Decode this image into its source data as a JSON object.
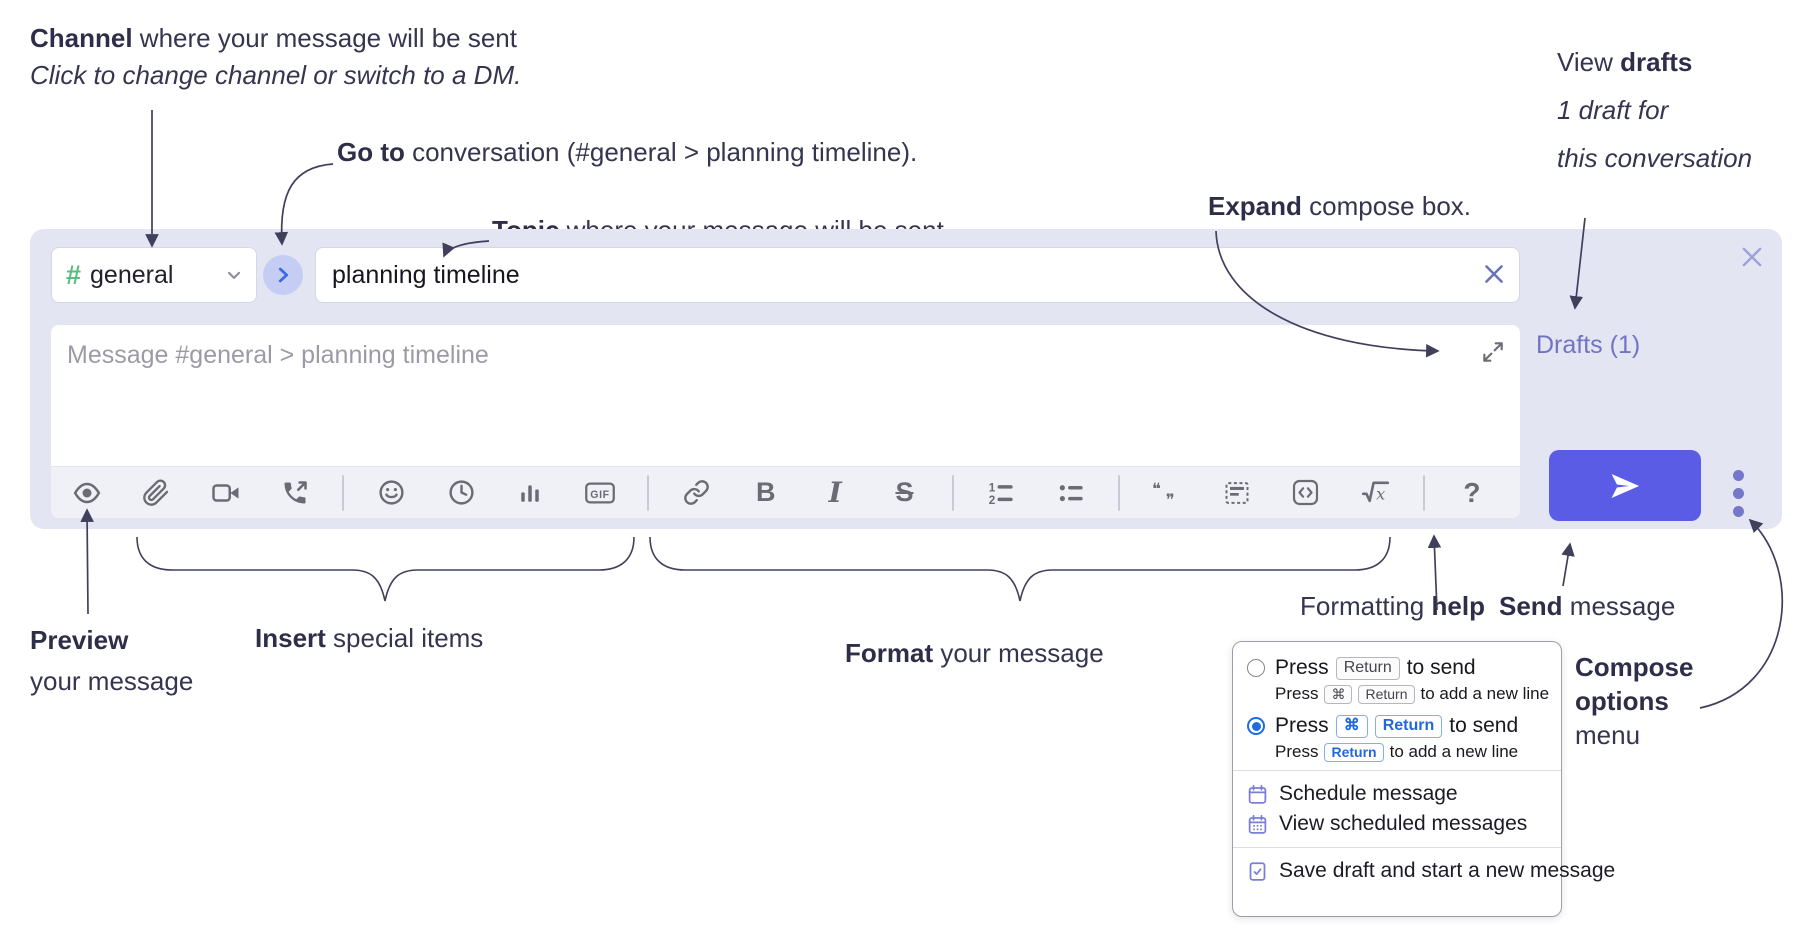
{
  "annotations": {
    "channel_note": {
      "bold": "Channel",
      "rest": " where your message will be sent",
      "sub_italic": "Click to change channel or switch to a DM."
    },
    "goto_note": {
      "bold": "Go to",
      "rest": " conversation (#general > planning timeline)."
    },
    "topic_note": {
      "bold": "Topic",
      "rest": " where your message will be sent"
    },
    "expand_note": {
      "bold": "Expand",
      "rest": " compose box."
    },
    "drafts_note": {
      "pre": "View ",
      "bold": "drafts",
      "line2": "1 draft for",
      "line3": "this conversation"
    },
    "preview_note": {
      "bold": "Preview",
      "line2": "your message"
    },
    "insert_note": {
      "bold": "Insert",
      "rest": " special items"
    },
    "format_note": {
      "bold": "Format",
      "rest": " your message"
    },
    "help_note": {
      "pre": "Formatting ",
      "bold": "help"
    },
    "send_note": {
      "bold": "Send",
      "rest": " message"
    },
    "compose_note": {
      "bold1": "Compose",
      "bold2": "options",
      "line3": "menu"
    }
  },
  "compose": {
    "channel": {
      "hash": "#",
      "name": "general"
    },
    "topic_value": "planning timeline",
    "message_placeholder": "Message #general > planning timeline",
    "drafts_link": "Drafts (1)",
    "toolbar": {
      "gif": "GIF",
      "bold": "B",
      "italic": "I",
      "strike": "S",
      "help": "?",
      "quote_open": "❝",
      "quote_close": "❞",
      "ol_1": "1",
      "ol_2": "2",
      "math_x": "x"
    }
  },
  "popup": {
    "option_return": {
      "press": "Press",
      "key": "Return",
      "suffix": "to send",
      "sub": {
        "press": "Press",
        "key1": "⌘",
        "key2": "Return",
        "suffix": "to add a new line"
      }
    },
    "option_cmd_return": {
      "press": "Press",
      "key1": "⌘",
      "key2": "Return",
      "suffix": "to send",
      "sub": {
        "press": "Press",
        "key": "Return",
        "suffix": "to add a new line"
      }
    },
    "items": [
      {
        "label": "Schedule message"
      },
      {
        "label": "View scheduled messages"
      },
      {
        "label": "Save draft and start a new message"
      }
    ]
  },
  "colors": {
    "compose_bg": "#e3e5f2",
    "send_button": "#5b5ce6",
    "drafts_link": "#7174c2",
    "hash_green": "#58bd7d",
    "circle_bg": "#c5cdf4",
    "radio_selected": "#1c6ce2",
    "menu_icon": "#797ed8"
  }
}
